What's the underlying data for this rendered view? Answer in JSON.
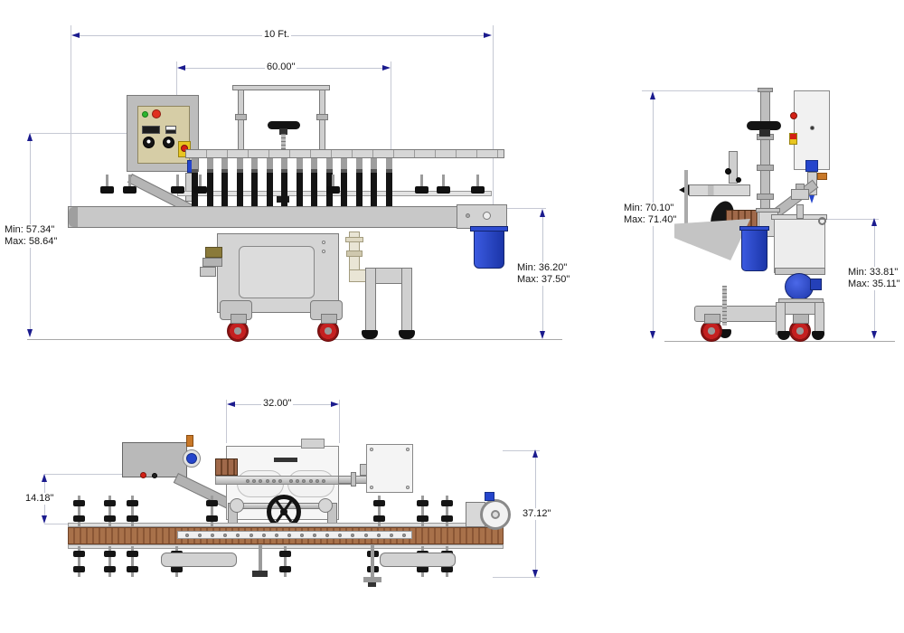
{
  "front_view": {
    "overall_length": "10 Ft.",
    "filler_span": "60.00\"",
    "filler_height": {
      "min": "Min: 57.34\"",
      "max": "Max: 58.64\""
    },
    "conveyor_height": {
      "min": "Min: 36.20\"",
      "max": "Max: 37.50\""
    }
  },
  "side_view": {
    "overall_height": {
      "min": "Min: 70.10\"",
      "max": "Max: 71.40\""
    },
    "tank_height": {
      "min": "Min: 33.81\"",
      "max": "Max: 35.11\""
    }
  },
  "top_view": {
    "machine_body_width": "32.00\"",
    "infeed_offset": "14.18\"",
    "overall_depth": "37.12\""
  },
  "colors": {
    "dimension_line": "#c2c6d2",
    "arrowhead": "#1b1b8e",
    "machine_gray": "#c9c9c9",
    "panel_beige": "#d6cda6",
    "accent_blue": "#2545cc",
    "caster_red": "#c42020",
    "conveyor_brown": "#a06a45",
    "estop_red": "#e03020",
    "estop_yellow": "#e8c520"
  }
}
